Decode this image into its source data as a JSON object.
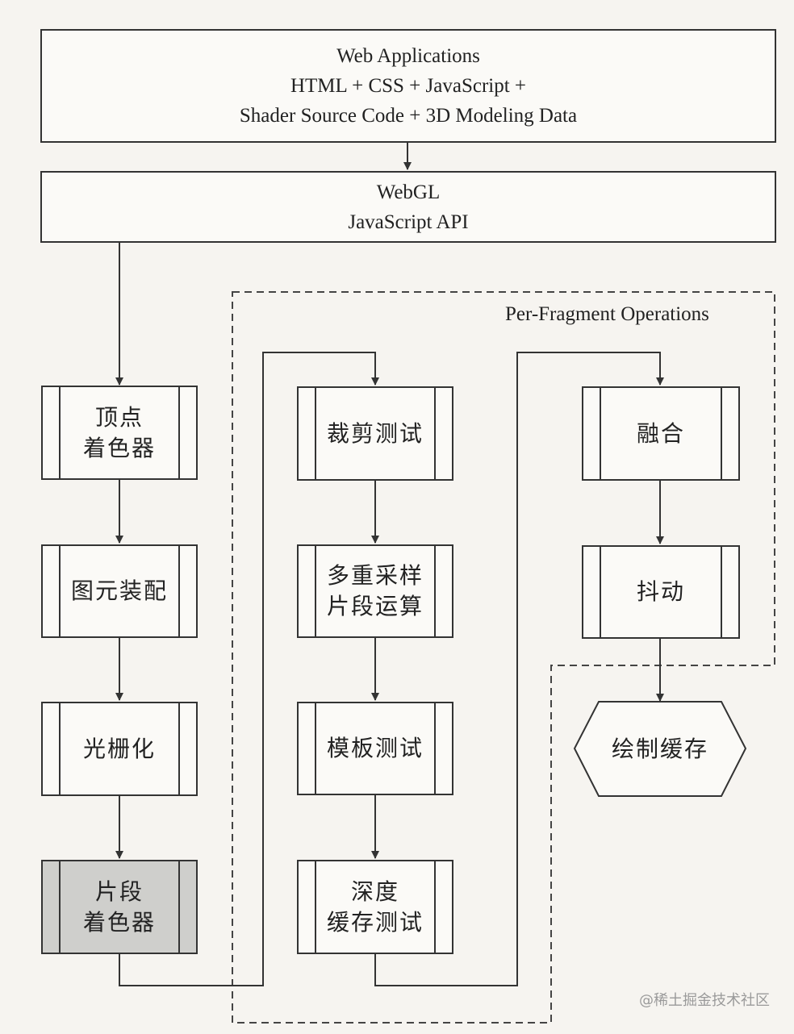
{
  "top_box": {
    "line1": "Web Applications",
    "line2": "HTML + CSS + JavaScript +",
    "line3": "Shader Source Code + 3D Modeling Data"
  },
  "webgl_box": {
    "line1": "WebGL",
    "line2": "JavaScript API"
  },
  "group_label": "Per-Fragment Operations",
  "pipeline_left": [
    {
      "line1": "顶点",
      "line2": "着色器"
    },
    {
      "line1": "图元装配"
    },
    {
      "line1": "光栅化"
    },
    {
      "line1": "片段",
      "line2": "着色器"
    }
  ],
  "pipeline_middle": [
    {
      "line1": "裁剪测试"
    },
    {
      "line1": "多重采样",
      "line2": "片段运算"
    },
    {
      "line1": "模板测试"
    },
    {
      "line1": "深度",
      "line2": "缓存测试"
    }
  ],
  "pipeline_right": [
    {
      "line1": "融合"
    },
    {
      "line1": "抖动"
    }
  ],
  "output": {
    "label": "绘制缓存"
  },
  "watermark": "@稀土掘金技术社区",
  "colors": {
    "line": "#333333",
    "shaded_fill": "#cfcfcc",
    "background": "#f6f4f0"
  }
}
